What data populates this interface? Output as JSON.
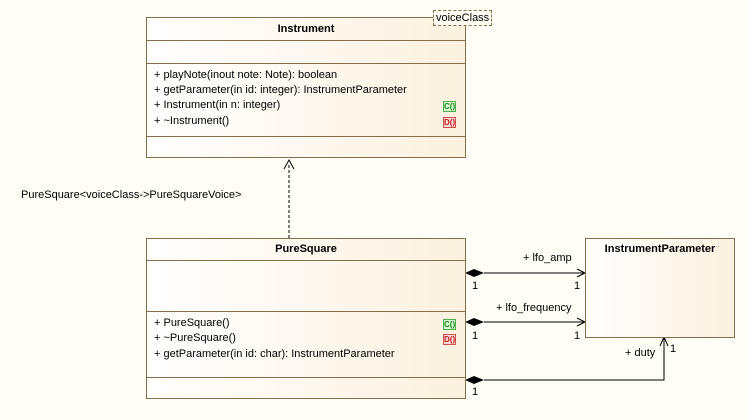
{
  "template_parameter": "voiceClass",
  "binding_label": "PureSquare<voiceClass->PureSquareVoice>",
  "classes": {
    "instrument": {
      "name": "Instrument",
      "operations": [
        {
          "text": "+ playNote(inout note: Note): boolean",
          "badge": ""
        },
        {
          "text": "+ getParameter(in id: integer): InstrumentParameter",
          "badge": ""
        },
        {
          "text": "+ Instrument(in n: integer)",
          "badge": "C()"
        },
        {
          "text": "+ ~Instrument()",
          "badge": "D()"
        }
      ]
    },
    "pure_square": {
      "name": "PureSquare",
      "operations": [
        {
          "text": "+ PureSquare()",
          "badge": "C()"
        },
        {
          "text": "+ ~PureSquare()",
          "badge": "D()"
        },
        {
          "text": "+ getParameter(in id: char): InstrumentParameter",
          "badge": ""
        }
      ]
    },
    "instrument_parameter": {
      "name": "InstrumentParameter"
    }
  },
  "associations": {
    "lfo_amp": {
      "role": "+ lfo_amp",
      "source_mult": "1",
      "target_mult": "1"
    },
    "lfo_frequency": {
      "role": "+ lfo_frequency",
      "source_mult": "1",
      "target_mult": "1"
    },
    "duty": {
      "role": "+ duty",
      "source_mult": "1",
      "target_mult": "1"
    }
  },
  "colors": {
    "border": "#8a6e4a",
    "fill_end": "#fbf1df",
    "constructor_badge": "#d9f7d0",
    "destructor_badge": "#fadada"
  }
}
